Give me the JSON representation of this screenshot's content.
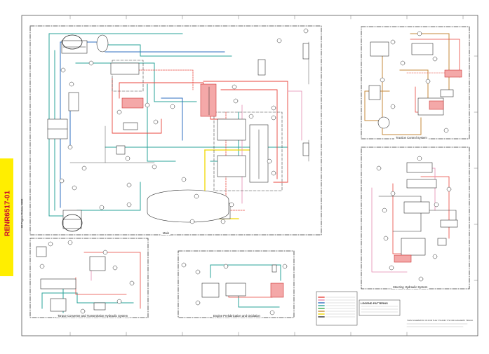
{
  "doc": {
    "code": "RENR6517-01",
    "subtitle": "36 Pages, Colors, 0000"
  },
  "sections": {
    "main": "Main",
    "traction": "Traction Control System",
    "steering": "Steering Hydraulic System",
    "torque": "Torque Converter and Transmission Hydraulic System",
    "engine": "Engine Prelubrication and Oxidation"
  },
  "legend_box": {
    "title": "LEGEND PATTERNS"
  },
  "note": "THIS SCHEMATIC IS FOR THE 770 AND 772 OFF-HIGHWAY TRUCK",
  "colors": {
    "red": "#e8453c",
    "blue": "#2f6fc0",
    "teal": "#2aa39a",
    "green": "#3bab4a",
    "orange": "#c58a3b",
    "yellow": "#f0d800",
    "pink": "#e58ab0",
    "black": "#333333"
  }
}
